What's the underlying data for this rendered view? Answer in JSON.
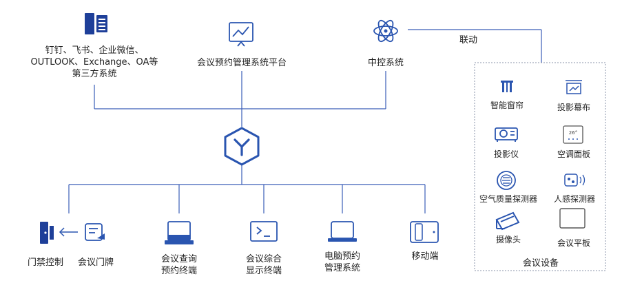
{
  "top": {
    "third_party": {
      "line1": "钉钉、飞书、企业微信、",
      "line2": "OUTLOOK、Exchange、OA等",
      "line3": "第三方系统"
    },
    "platform": "会议预约管理系统平台",
    "central": "中控系统",
    "link_label": "联动"
  },
  "devices": {
    "title": "会议设备",
    "items": [
      {
        "label": "智能窗帘",
        "icon": "curtain-icon"
      },
      {
        "label": "投影幕布",
        "icon": "projection-screen-icon"
      },
      {
        "label": "投影仪",
        "icon": "projector-icon"
      },
      {
        "label": "空调面板",
        "icon": "ac-panel-icon"
      },
      {
        "label": "空气质量探测器",
        "icon": "air-quality-sensor-icon"
      },
      {
        "label": "人感探测器",
        "icon": "presence-sensor-icon"
      },
      {
        "label": "摄像头",
        "icon": "camera-icon"
      },
      {
        "label": "会议平板",
        "icon": "meeting-tablet-icon"
      }
    ],
    "ac_display": "26°"
  },
  "bottom": {
    "access": "门禁控制",
    "doorplate": "会议门牌",
    "query": {
      "line1": "会议查询",
      "line2": "预约终端"
    },
    "display": {
      "line1": "会议综合",
      "line2": "显示终端"
    },
    "pc": {
      "line1": "电脑预约",
      "line2": "管理系统"
    },
    "mobile": "移动端"
  },
  "colors": {
    "primary": "#2a55b0",
    "dark": "#1e3f99",
    "line": "#3a5db8",
    "dashed": "#8a93a8"
  }
}
